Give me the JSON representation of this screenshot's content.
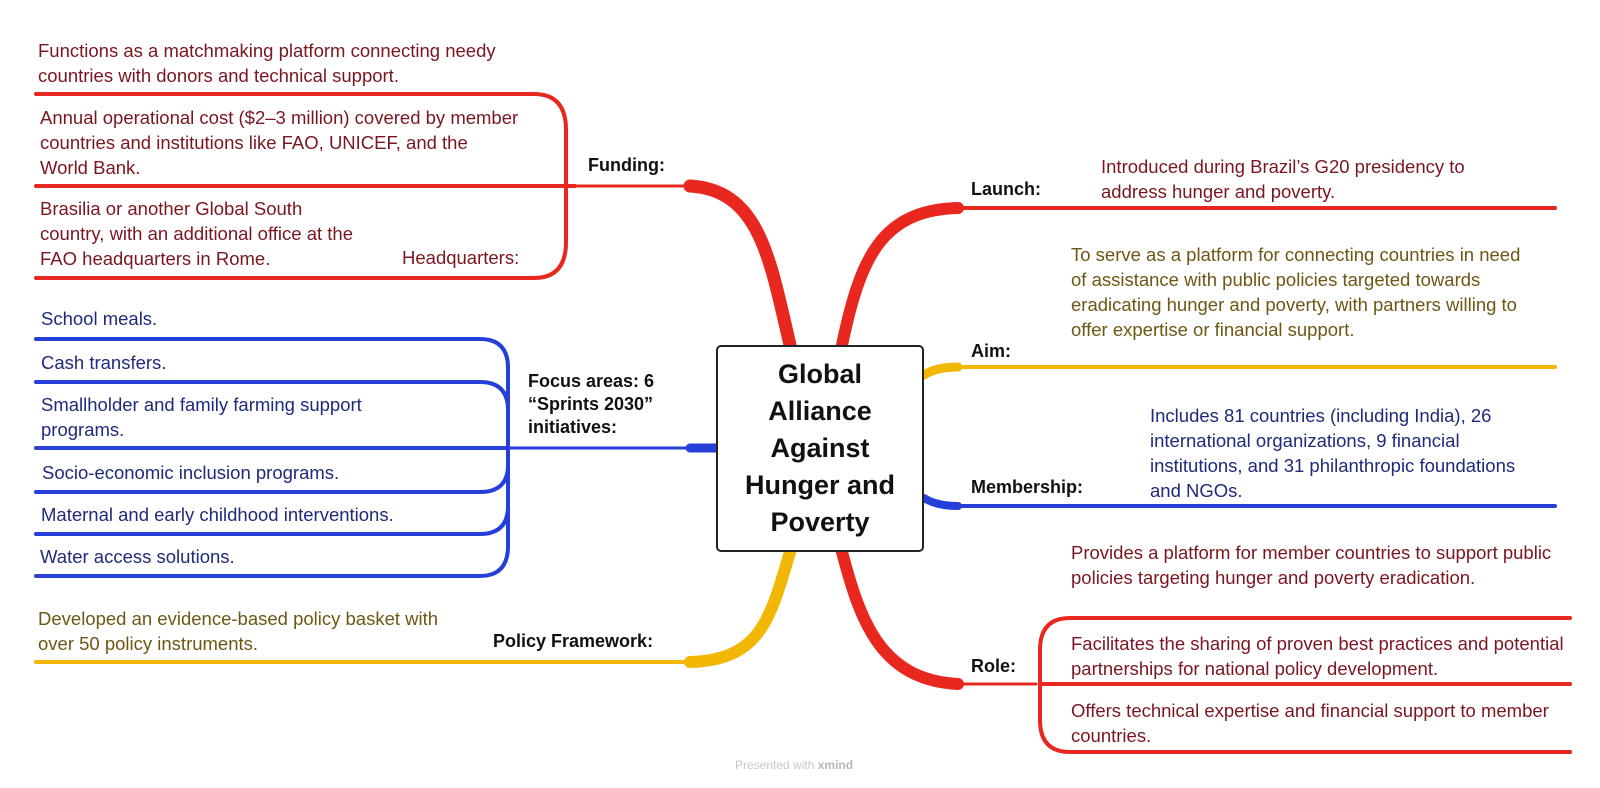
{
  "colors": {
    "red": "#e8281e",
    "blue": "#2440d8",
    "gold": "#f2b705"
  },
  "center_topic": "Global Alliance Against Hunger and Poverty",
  "left": {
    "funding": {
      "label": "Funding:",
      "items": [
        "Functions as a matchmaking platform connecting needy countries with donors and technical support.",
        "Annual operational cost ($2–3 million) covered by member countries and institutions like FAO, UNICEF, and the World Bank.",
        "Brasilia or another Global South country, with an additional office at the FAO headquarters in Rome."
      ],
      "sub_label": "Headquarters:"
    },
    "focus": {
      "label": "Focus areas: 6 “Sprints 2030” initiatives:",
      "items": [
        "School meals.",
        "Cash transfers.",
        "Smallholder and family farming support programs.",
        "Socio-economic inclusion programs.",
        "Maternal and early childhood interventions.",
        "Water access solutions."
      ]
    },
    "policy": {
      "label": "Policy Framework:",
      "items": [
        "Developed an evidence-based policy basket with over 50 policy instruments."
      ]
    }
  },
  "right": {
    "launch": {
      "label": "Launch:",
      "items": [
        "Introduced during Brazil’s G20 presidency to address hunger and poverty."
      ]
    },
    "aim": {
      "label": "Aim:",
      "items": [
        "To serve as a platform for connecting countries in need of assistance with public policies targeted towards eradicating hunger and poverty, with partners willing to offer expertise or financial support."
      ]
    },
    "membership": {
      "label": "Membership:",
      "items": [
        "Includes 81 countries (including India), 26 international organizations, 9 financial institutions, and 31 philanthropic foundations and NGOs."
      ]
    },
    "role": {
      "label": "Role:",
      "items": [
        "Provides a platform for member countries to support public policies targeting hunger and poverty eradication.",
        "Facilitates the sharing of proven best practices and potential partnerships for national policy development.",
        "Offers technical expertise and financial support to member countries."
      ]
    }
  },
  "footer": {
    "prefix": "Presented with",
    "brand": "xmind"
  }
}
